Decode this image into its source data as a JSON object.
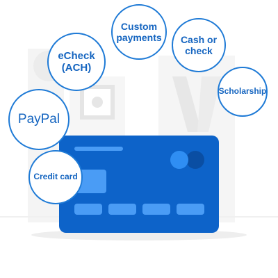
{
  "payment_options": [
    {
      "id": "custom-payments",
      "label": "Custom\npayments"
    },
    {
      "id": "cash-or-check",
      "label": "Cash or\ncheck"
    },
    {
      "id": "echeck-ach",
      "label": "eCheck\n(ACH)"
    },
    {
      "id": "scholarship",
      "label": "Scholarship"
    },
    {
      "id": "paypal",
      "label": "PayPal"
    },
    {
      "id": "credit-card",
      "label": "Credit card"
    }
  ],
  "colors": {
    "bubble_border": "#1e7ad6",
    "bubble_text": "#1565c0",
    "card_body": "#0d63c9",
    "card_accent": "#4a9cf5",
    "card_chip_light": "#2f8ef3",
    "card_chip_dark": "#0a4ea3",
    "background_shapes": "#f1f1f1"
  },
  "icons": {
    "card": "credit-card-icon",
    "chip": "card-logo-circles-icon"
  }
}
